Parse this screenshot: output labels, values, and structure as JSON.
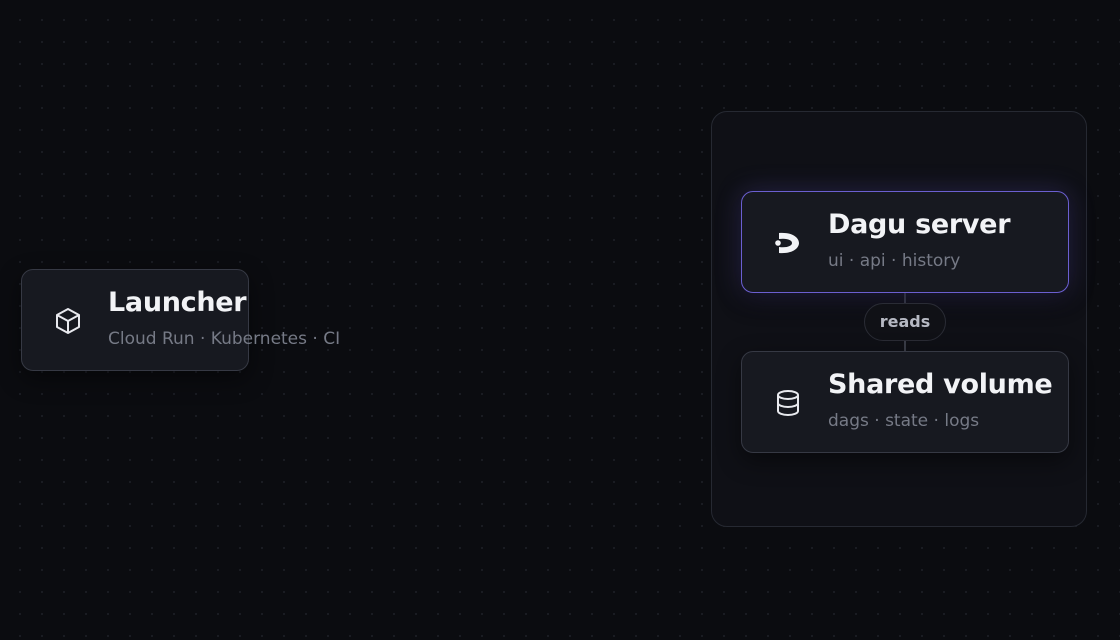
{
  "nodes": {
    "launcher": {
      "title": "Launcher",
      "subtitle": "Cloud Run · Kubernetes · CI",
      "icon": "box-icon"
    },
    "server": {
      "title": "Dagu server",
      "subtitle": "ui · api · history",
      "icon": "dagu-logo-icon",
      "accent": "#6b5fd0"
    },
    "volume": {
      "title": "Shared volume",
      "subtitle": "dags · state · logs",
      "icon": "database-icon"
    }
  },
  "edges": [
    {
      "from": "server",
      "to": "volume",
      "label": "reads"
    }
  ],
  "colors": {
    "background": "#0b0c10",
    "node_fill": "#171920",
    "node_border": "#363944",
    "title_text": "#f2f3f6",
    "subtitle_text": "#767a86"
  }
}
